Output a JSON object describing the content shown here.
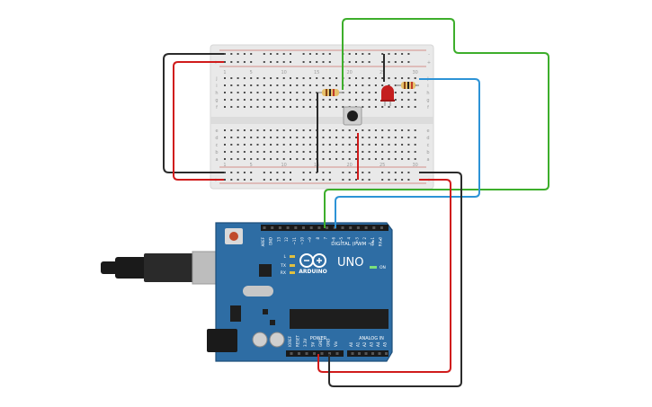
{
  "board": {
    "logo_text": "ARDUINO",
    "model": "UNO",
    "on_label": "ON",
    "digital_label": "DIGITAL (PWM ~)",
    "power_label": "POWER",
    "analog_label": "ANALOG IN",
    "led_labels": [
      "L",
      "TX",
      "RX"
    ],
    "digital_pins": [
      "AREF",
      "GND",
      "13",
      "12",
      "~11",
      "~10",
      "~9",
      "8",
      "7",
      "~6",
      "~5",
      "4",
      "~3",
      "2",
      "TX▸1",
      "RX◂0"
    ],
    "power_pins": [
      "IOREF",
      "RESET",
      "3.3V",
      "5V",
      "GND",
      "GND",
      "Vin"
    ],
    "analog_pins": [
      "A0",
      "A1",
      "A2",
      "A3",
      "A4",
      "A5"
    ]
  },
  "breadboard": {
    "column_numbers": [
      "1",
      "5",
      "10",
      "15",
      "20",
      "25",
      "30"
    ],
    "row_letters_top": [
      "j",
      "i",
      "h",
      "g",
      "f"
    ],
    "row_letters_bottom": [
      "e",
      "d",
      "c",
      "b",
      "a"
    ],
    "rail_signs": [
      "-",
      "+"
    ]
  },
  "wire_colors": {
    "black": "#2b2b2b",
    "red": "#d01b1b",
    "green": "#3dae2b",
    "blue": "#2d93d6"
  },
  "colors": {
    "board": "#2e6da4",
    "board_dark": "#1f4f7a",
    "breadboard": "#e9e9e9",
    "led": "#c41e1e",
    "resistor": "#e6c06a"
  }
}
